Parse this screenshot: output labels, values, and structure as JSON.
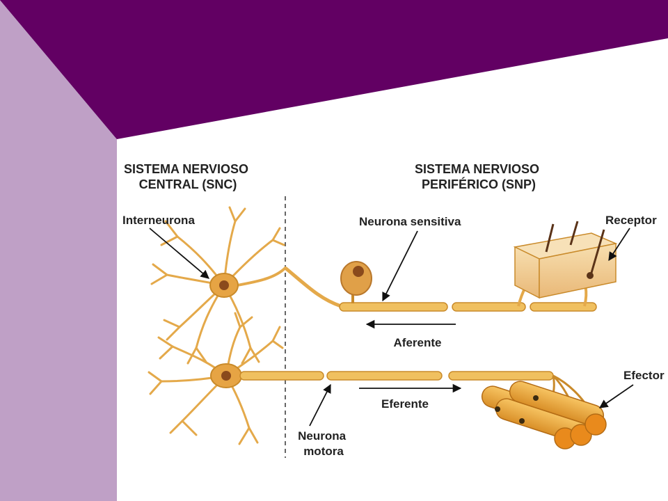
{
  "slide": {
    "colors": {
      "background": "#ffffff",
      "sidebar": "#bfa0c6",
      "banner": "#620063",
      "neuron_fill": "#f0c060",
      "neuron_stroke": "#c98a2a",
      "cell_body": "#b9782c",
      "skin": "#f3d29a",
      "muscle": "#f0b040"
    }
  },
  "diagram": {
    "snc_header": [
      "SISTEMA NERVIOSO",
      "CENTRAL (SNC)"
    ],
    "snp_header": [
      "SISTEMA NERVIOSO",
      "PERIFÉRICO (SNP)"
    ],
    "labels": {
      "interneurona": "Interneurona",
      "neurona_sensitiva": "Neurona sensitiva",
      "receptor": "Receptor",
      "aferente": "Aferente",
      "eferente": "Eferente",
      "efector": "Efector",
      "neurona_motora": [
        "Neurona",
        "motora"
      ]
    }
  }
}
